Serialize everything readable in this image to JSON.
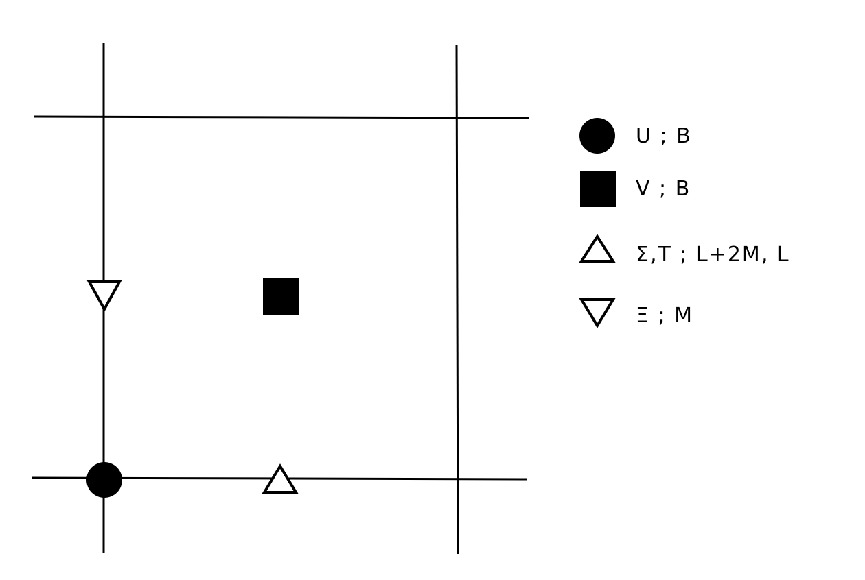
{
  "colors": {
    "ink": "#000000",
    "background": "#ffffff"
  },
  "nodes": {
    "u_node": {
      "symbol": "filled-circle"
    },
    "v_node": {
      "symbol": "filled-square"
    },
    "sigma_t_node": {
      "symbol": "open-triangle-up"
    },
    "xi_node": {
      "symbol": "open-triangle-down"
    }
  },
  "legend": {
    "items": [
      {
        "symbol": "filled-circle",
        "label": "U ; B"
      },
      {
        "symbol": "filled-square",
        "label": "V ; B"
      },
      {
        "symbol": "open-triangle-up",
        "label": "Σ,T ; L+2M, L"
      },
      {
        "symbol": "open-triangle-down",
        "label": "Ξ ; M"
      }
    ]
  }
}
